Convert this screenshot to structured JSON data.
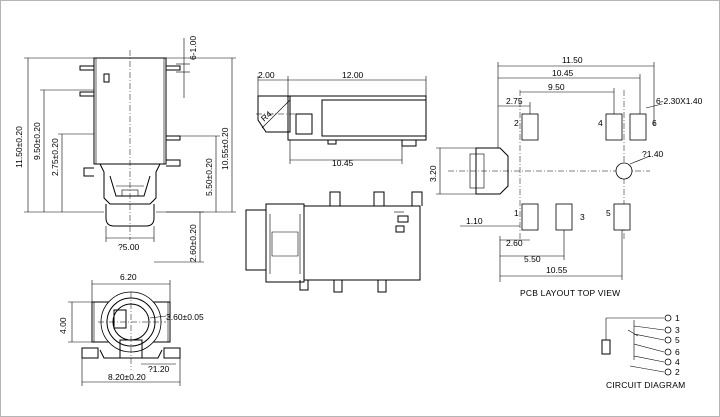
{
  "dims": {
    "top_pin_len": "6-1.00",
    "h_overall": "11.50±0.20",
    "h_950": "9.50±0.20",
    "h_275": "2.75±0.20",
    "h_1055": "10.55±0.20",
    "h_550": "5.50±0.20",
    "h_260": "2.60±0.20",
    "dia_500": "?5.00",
    "side_200": "2.00",
    "side_1200": "12.00",
    "side_r": "R4.",
    "side_1045": "10.45",
    "side_320": "3.20",
    "front_620": "6.20",
    "front_400": "4.00",
    "front_360": "3.60±0.05",
    "front_120": "?1.20",
    "front_820": "8.20±0.20"
  },
  "pcb": {
    "d_1150": "11.50",
    "d_1045": "10.45",
    "d_950": "9.50",
    "d_275": "2.75",
    "hole_spec": "6-2.30X1.40",
    "hole_dia": "?1.40",
    "d_110": "1.10",
    "d_260": "2.60",
    "d_550": "5.50",
    "d_1055": "10.55",
    "pins": [
      "1",
      "2",
      "3",
      "4",
      "5",
      "6"
    ],
    "caption": "PCB LAYOUT TOP VIEW"
  },
  "circuit": {
    "pins": [
      "1",
      "3",
      "5",
      "6",
      "4",
      "2"
    ],
    "caption": "CIRCUIT DIAGRAM"
  }
}
